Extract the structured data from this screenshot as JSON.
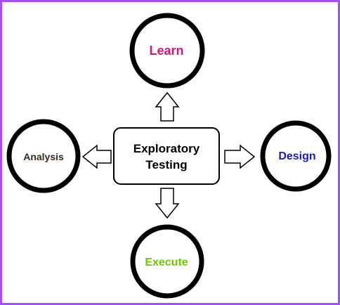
{
  "center": {
    "line1": "Exploratory",
    "line2": "Testing",
    "color": "#000000"
  },
  "nodes": {
    "learn": {
      "label": "Learn",
      "color": "#cc1a73"
    },
    "design": {
      "label": "Design",
      "color": "#1a1acc"
    },
    "execute": {
      "label": "Execute",
      "color": "#66cc00"
    },
    "analysis": {
      "label": "Analysis",
      "color": "#3a2a1a"
    }
  },
  "frame_color": "#a64dff"
}
